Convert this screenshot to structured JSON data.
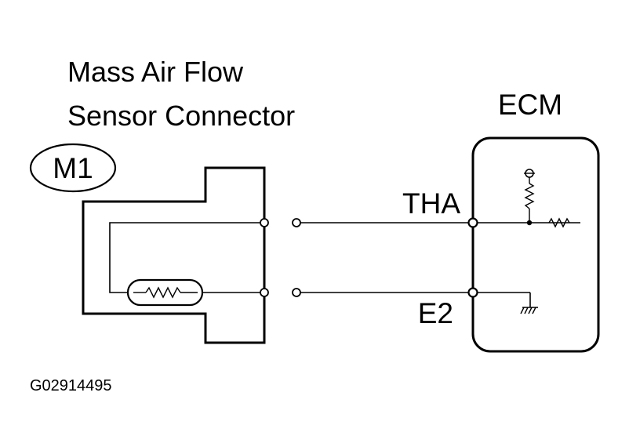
{
  "connector": {
    "title_line1": "Mass Air Flow",
    "title_line2": "Sensor Connector",
    "id": "M1"
  },
  "ecm": {
    "label": "ECM"
  },
  "terminals": {
    "tha": "THA",
    "e2": "E2"
  },
  "figure_code": "G02914495"
}
